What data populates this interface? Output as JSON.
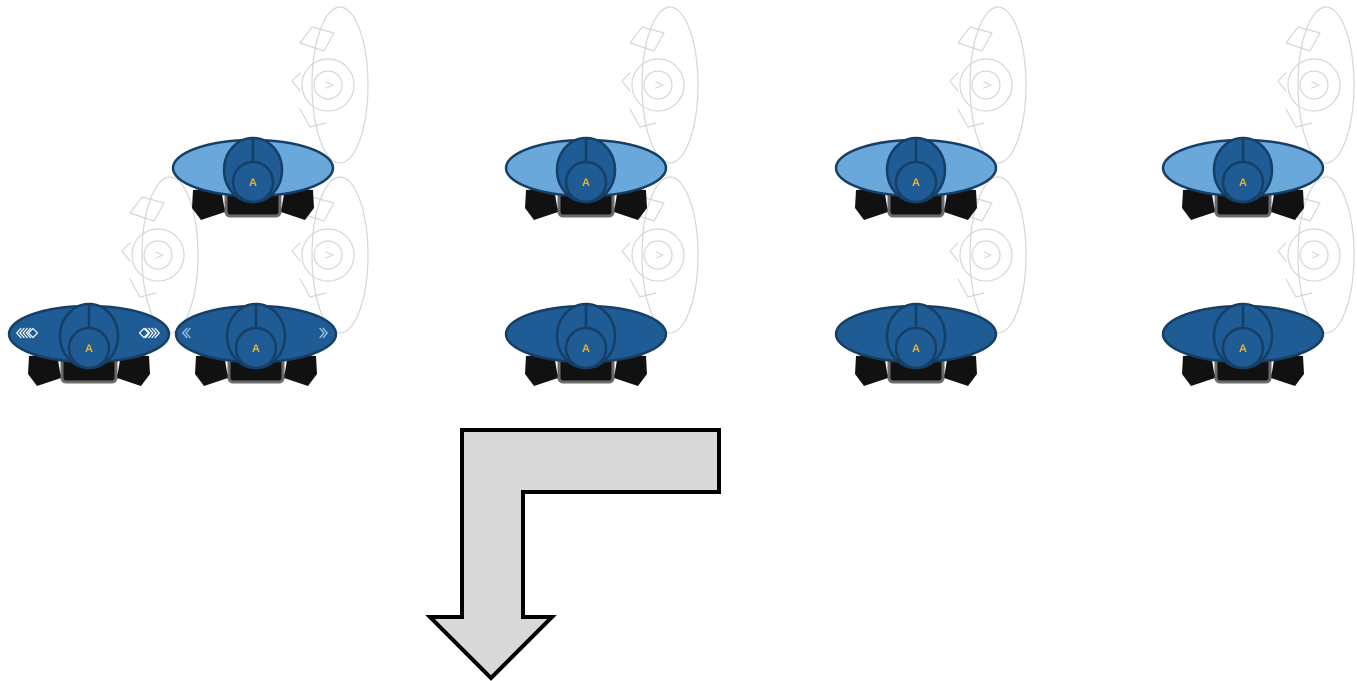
{
  "colors": {
    "background": "#ffffff",
    "light_disc_fill": "#6aa8dc",
    "dark_disc_fill": "#1f5b94",
    "disc_outline": "#163f66",
    "label_color": "#f2b21b",
    "base_block": "#111111",
    "base_outline": "#6b6b6b",
    "ghost_outline": "#d6d6d6",
    "arrow_fill": "#d9d9d9",
    "arrow_stroke": "#000000"
  },
  "units": [
    {
      "label": "A",
      "variant": "light",
      "decor": "none"
    },
    {
      "label": "A",
      "variant": "light",
      "decor": "none"
    },
    {
      "label": "A",
      "variant": "light",
      "decor": "none"
    },
    {
      "label": "A",
      "variant": "light",
      "decor": "none"
    },
    {
      "label": "A",
      "variant": "dark",
      "decor": "chevrons-diamonds"
    },
    {
      "label": "A",
      "variant": "dark",
      "decor": "chevrons"
    },
    {
      "label": "A",
      "variant": "dark",
      "decor": "none"
    },
    {
      "label": "A",
      "variant": "dark",
      "decor": "none"
    },
    {
      "label": "A",
      "variant": "dark",
      "decor": "none"
    }
  ],
  "arrow": {
    "direction": "right-then-down",
    "icon": "bent-arrow-icon"
  }
}
